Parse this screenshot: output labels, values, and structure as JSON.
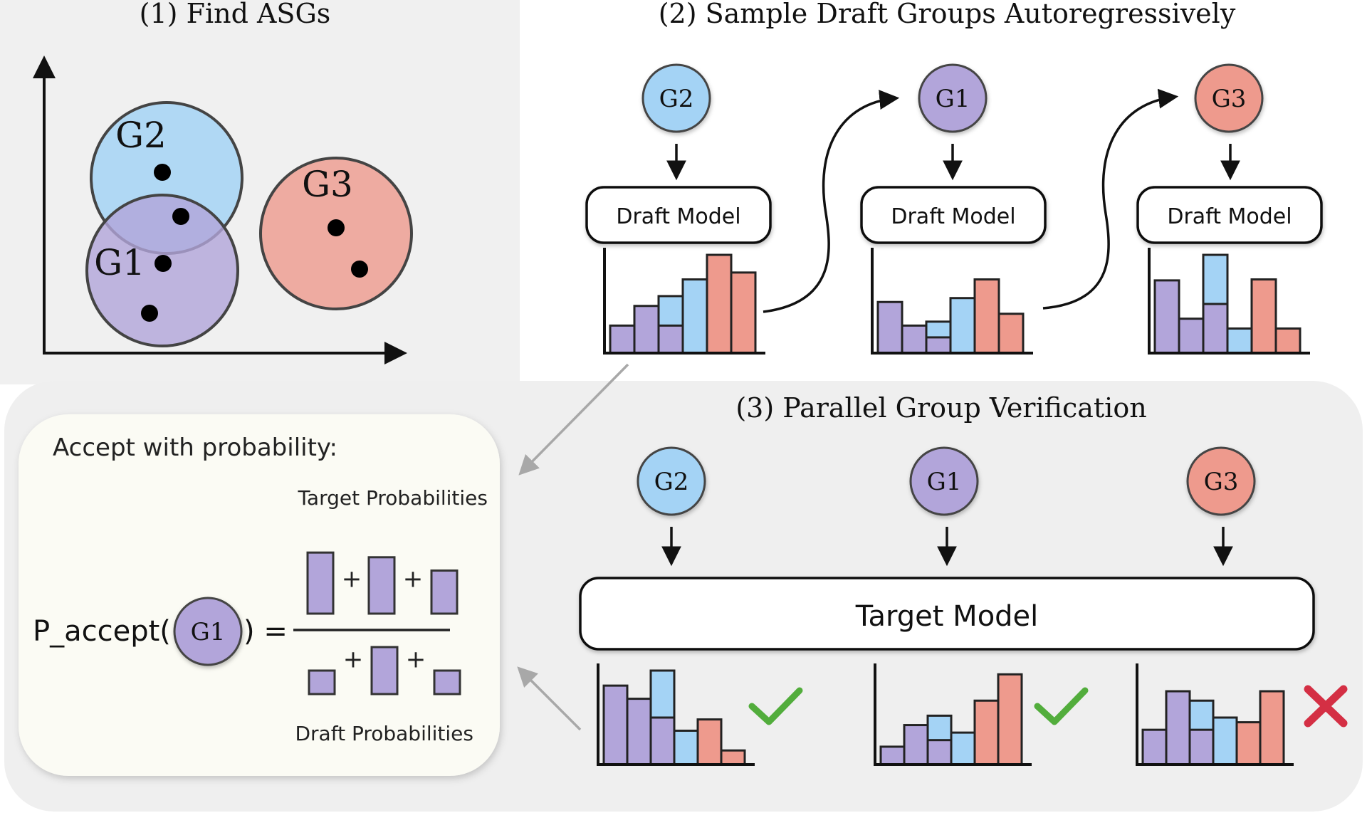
{
  "colors": {
    "blue": "#a4d3f5",
    "purple": "#b2a5da",
    "red": "#ee9a8d",
    "panel_bg": "#efefef",
    "formula_bg": "#fbfbf4",
    "check": "#52ad3c",
    "cross": "#d42f44"
  },
  "panel1": {
    "title": "(1) Find ASGs",
    "groups": [
      {
        "label": "G2",
        "color": "blue"
      },
      {
        "label": "G1",
        "color": "purple"
      },
      {
        "label": "G3",
        "color": "red"
      }
    ]
  },
  "panel2": {
    "title": "(2) Sample Draft Groups Autoregressively",
    "steps": [
      {
        "group": "G2",
        "color": "blue",
        "model_label": "Draft Model",
        "bars": [
          {
            "v": 0.28,
            "c": "purple"
          },
          {
            "v": 0.48,
            "c": "purple"
          },
          {
            "v": 0.58,
            "c": "blue",
            "split": 0.28
          },
          {
            "v": 0.75,
            "c": "blue"
          },
          {
            "v": 1.0,
            "c": "red"
          },
          {
            "v": 0.82,
            "c": "red"
          }
        ]
      },
      {
        "group": "G1",
        "color": "purple",
        "model_label": "Draft Model",
        "bars": [
          {
            "v": 0.52,
            "c": "purple"
          },
          {
            "v": 0.28,
            "c": "purple"
          },
          {
            "v": 0.32,
            "c": "blue",
            "split": 0.16
          },
          {
            "v": 0.56,
            "c": "blue"
          },
          {
            "v": 0.75,
            "c": "red"
          },
          {
            "v": 0.4,
            "c": "red"
          }
        ]
      },
      {
        "group": "G3",
        "color": "red",
        "model_label": "Draft Model",
        "bars": [
          {
            "v": 0.74,
            "c": "purple"
          },
          {
            "v": 0.35,
            "c": "purple"
          },
          {
            "v": 1.0,
            "c": "blue",
            "split": 0.5
          },
          {
            "v": 0.25,
            "c": "blue"
          },
          {
            "v": 0.75,
            "c": "red"
          },
          {
            "v": 0.25,
            "c": "red"
          }
        ]
      }
    ]
  },
  "panel3": {
    "title": "(3) Parallel Group Verification",
    "model_label": "Target Model",
    "groups": [
      {
        "label": "G2",
        "color": "blue",
        "result": "accept",
        "bars": [
          {
            "v": 0.84,
            "c": "purple"
          },
          {
            "v": 0.7,
            "c": "purple"
          },
          {
            "v": 1.0,
            "c": "blue",
            "split": 0.5
          },
          {
            "v": 0.36,
            "c": "blue"
          },
          {
            "v": 0.48,
            "c": "red"
          },
          {
            "v": 0.15,
            "c": "red"
          }
        ]
      },
      {
        "label": "G1",
        "color": "purple",
        "result": "accept",
        "bars": [
          {
            "v": 0.19,
            "c": "purple"
          },
          {
            "v": 0.42,
            "c": "purple"
          },
          {
            "v": 0.52,
            "c": "blue",
            "split": 0.26
          },
          {
            "v": 0.34,
            "c": "blue"
          },
          {
            "v": 0.68,
            "c": "red"
          },
          {
            "v": 0.96,
            "c": "red"
          }
        ]
      },
      {
        "label": "G3",
        "color": "red",
        "result": "reject",
        "bars": [
          {
            "v": 0.37,
            "c": "purple"
          },
          {
            "v": 0.78,
            "c": "purple"
          },
          {
            "v": 0.68,
            "c": "blue",
            "split": 0.37
          },
          {
            "v": 0.5,
            "c": "blue"
          },
          {
            "v": 0.45,
            "c": "red"
          },
          {
            "v": 0.78,
            "c": "red"
          }
        ]
      }
    ]
  },
  "formula": {
    "heading": "Accept with probability:",
    "target_label": "Target Probabilities",
    "draft_label": "Draft Probabilities",
    "lhs_prefix": "P_accept(",
    "lhs_group": "G1",
    "lhs_suffix": ") =",
    "plus": "+",
    "numerator_values": [
      0.78,
      0.72,
      0.55
    ],
    "denominator_values": [
      0.3,
      0.6,
      0.3
    ]
  }
}
